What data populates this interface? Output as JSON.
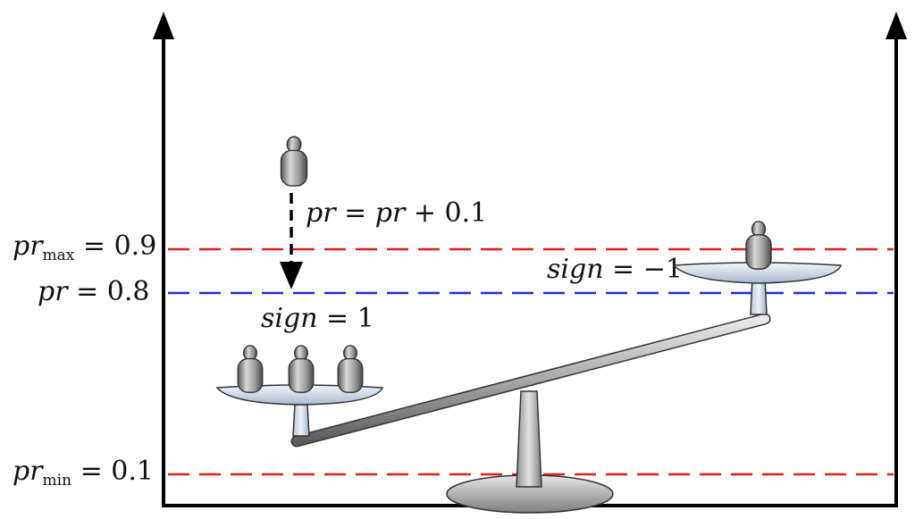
{
  "labels": {
    "pr_max": {
      "var": "pr",
      "sub": "max",
      "rest": " = 0.9"
    },
    "pr_level": {
      "var": "pr",
      "rest": " = 0.8"
    },
    "pr_min": {
      "var": "pr",
      "sub": "min",
      "rest": " = 0.1"
    },
    "update_rule": {
      "var1": "pr",
      "mid": " = ",
      "var2": "pr",
      "rest": " + 0.1"
    },
    "sign_left": {
      "var": "sign",
      "rest": " = 1"
    },
    "sign_right": {
      "var": "sign",
      "rest": " = −1"
    }
  },
  "lines": {
    "pr_max": {
      "value": 0.9,
      "color": "#e01e1e",
      "style": "dashed"
    },
    "pr_level": {
      "value": 0.8,
      "color": "#1f2ee0",
      "style": "dashed"
    },
    "pr_min": {
      "value": 0.1,
      "color": "#e01e1e",
      "style": "dashed"
    }
  },
  "weights": {
    "left_pan_count": 3,
    "right_pan_count": 1,
    "falling_count": 1
  }
}
